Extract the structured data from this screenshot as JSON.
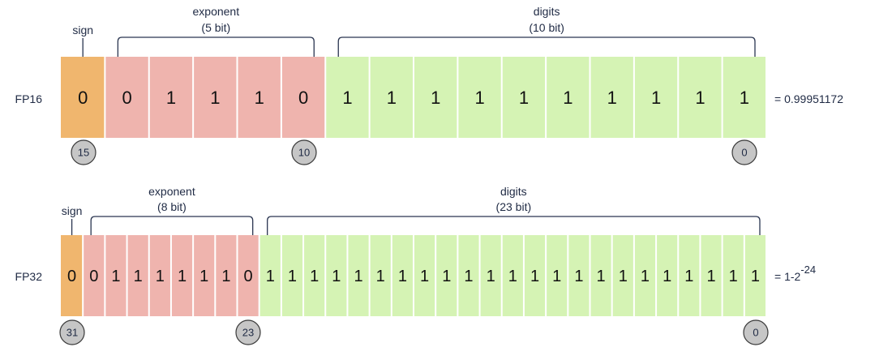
{
  "colors": {
    "sign": "#F0B66E",
    "exponent": "#EFB4AE",
    "digits": "#D5F3B4",
    "index_circle": "#C6C6C6",
    "bracket": "#2a3550"
  },
  "formats": [
    {
      "name": "FP16",
      "sign_label": "sign",
      "exponent_label": "exponent",
      "exponent_bits_label": "(5 bit)",
      "digits_label": "digits",
      "digits_bits_label": "(10 bit)",
      "exponent_bits": 5,
      "bits": [
        "0",
        "0",
        "1",
        "1",
        "1",
        "0",
        "1",
        "1",
        "1",
        "1",
        "1",
        "1",
        "1",
        "1",
        "1",
        "1"
      ],
      "indices": [
        "15",
        "10",
        "0"
      ],
      "result_prefix": "= 0.99951172",
      "result_sup": ""
    },
    {
      "name": "FP32",
      "sign_label": "sign",
      "exponent_label": "exponent",
      "exponent_bits_label": "(8 bit)",
      "digits_label": "digits",
      "digits_bits_label": "(23 bit)",
      "exponent_bits": 8,
      "bits": [
        "0",
        "0",
        "1",
        "1",
        "1",
        "1",
        "1",
        "1",
        "0",
        "1",
        "1",
        "1",
        "1",
        "1",
        "1",
        "1",
        "1",
        "1",
        "1",
        "1",
        "1",
        "1",
        "1",
        "1",
        "1",
        "1",
        "1",
        "1",
        "1",
        "1",
        "1",
        "1"
      ],
      "indices": [
        "31",
        "23",
        "0"
      ],
      "result_prefix": "= 1-2",
      "result_sup": "-24"
    }
  ]
}
